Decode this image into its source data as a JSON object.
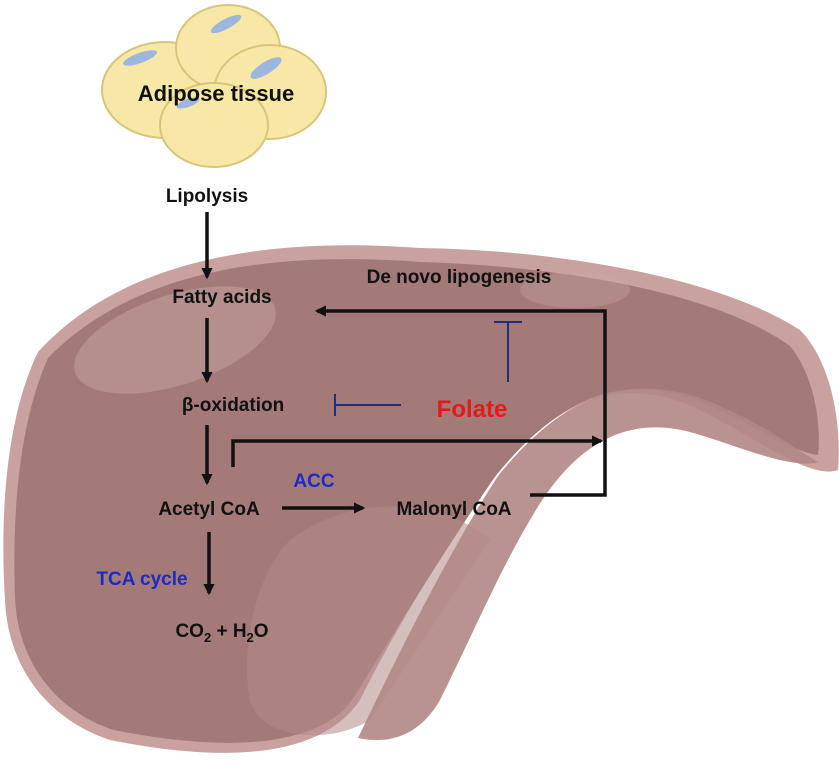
{
  "nodes": {
    "adipose": "Adipose tissue",
    "lipolysis": "Lipolysis",
    "fatty_acids": "Fatty acids",
    "beta_oxidation": "β-oxidation",
    "acetyl_coa": "Acetyl CoA",
    "malonyl_coa": "Malonyl CoA",
    "de_novo": "De novo lipogenesis",
    "folate": "Folate",
    "acc": "ACC",
    "tca": "TCA cycle",
    "co2_prefix": "CO",
    "co2_sub": "2",
    "plus_h": " + H",
    "h2o_sub": "2",
    "o_suffix": "O"
  },
  "colors": {
    "liver": "#a47a78",
    "liver_dark": "#8f6967",
    "liver_edge": "#c9a19e",
    "adipose_fill": "#f8e8a8",
    "adipose_stroke": "#d9c57a",
    "droplet": "#9db6de",
    "enzyme_blue": "#1c2bc4",
    "folate_red": "#e41b1b",
    "inhibitor_line": "#1f2f7a"
  }
}
